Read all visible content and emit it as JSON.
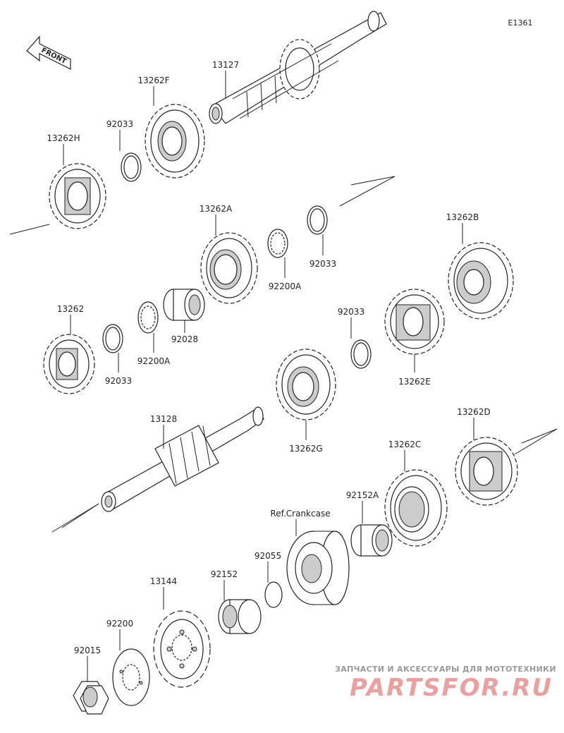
{
  "diagram_id": "E1361",
  "front_label": "FRONT",
  "labels": {
    "p13127": "13127",
    "p13262F": "13262F",
    "p92033_top": "92033",
    "p13262H": "13262H",
    "p13262A": "13262A",
    "p92033_mid": "92033",
    "p92200A_mid": "92200A",
    "p13262B": "13262B",
    "p13262": "13262",
    "p92033_left": "92033",
    "p92200A_left": "92200A",
    "p92028": "92028",
    "p92033_right": "92033",
    "p13262E": "13262E",
    "p13262G": "13262G",
    "p13128": "13128",
    "p13262D": "13262D",
    "p13262C": "13262C",
    "p92152A": "92152A",
    "ref_crankcase": "Ref.Crankcase",
    "p92055": "92055",
    "p92152": "92152",
    "p13144": "13144",
    "p92200": "92200",
    "p92015": "92015"
  },
  "watermark": {
    "tagline": "ЗАПЧАСТИ И АКСЕССУАРЫ ДЛЯ МОТОТЕХНИКИ",
    "brand": "PARTSFOR.RU"
  }
}
